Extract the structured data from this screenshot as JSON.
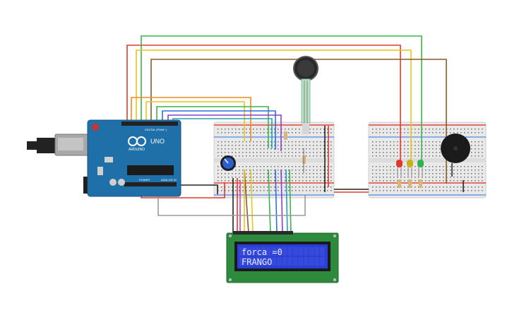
{
  "arduino": {
    "brand": "ARDUINO",
    "model": "UNO",
    "digital_header_label": "DIGITAL (PWM~)",
    "power_label": "POWER",
    "analog_label": "ANALOG IN",
    "board_color": "#1f6fa8"
  },
  "lcd": {
    "line1": "forca =0",
    "line2": "FRANGO",
    "pcb_color": "#2e8b3d",
    "screen_color": "#2b3fd6"
  },
  "leds": [
    {
      "name": "red-led",
      "color": "#e03a2f"
    },
    {
      "name": "yellow-led",
      "color": "#c8b21a"
    },
    {
      "name": "green-led",
      "color": "#2fb34a"
    }
  ],
  "wire_colors": {
    "red": "#e03a2f",
    "green": "#3bb34a",
    "yellow": "#e6c619",
    "orange": "#f08a24",
    "brown": "#8b5a2b",
    "blue": "#2a6fe0",
    "purple": "#8a3fd0",
    "pink": "#e0409a",
    "black": "#222222",
    "gray": "#9a9a9a"
  }
}
